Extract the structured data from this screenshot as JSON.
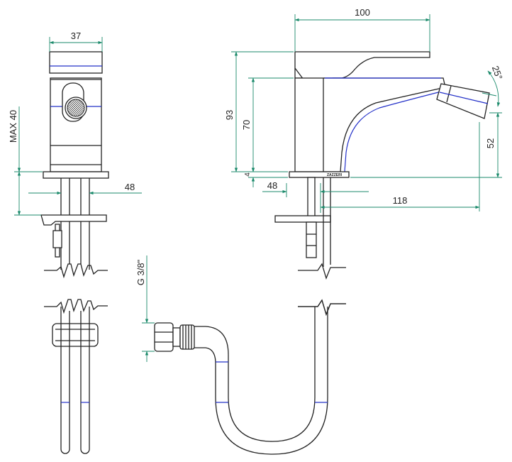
{
  "dimensions": {
    "top_width": "37",
    "max_height": "MAX 40",
    "side_48": "48",
    "total_width": "100",
    "total_height": "93",
    "spout_height": "70",
    "angle": "25°",
    "nozzle_height": "52",
    "base_thickness": "4",
    "base_48": "48",
    "reach": "118",
    "thread": "G 3/8\""
  },
  "brand_text": "ZAZZERI",
  "colors": {
    "lines": "#222222",
    "dimension": "#1b8a6b",
    "section": "#2330c8"
  }
}
